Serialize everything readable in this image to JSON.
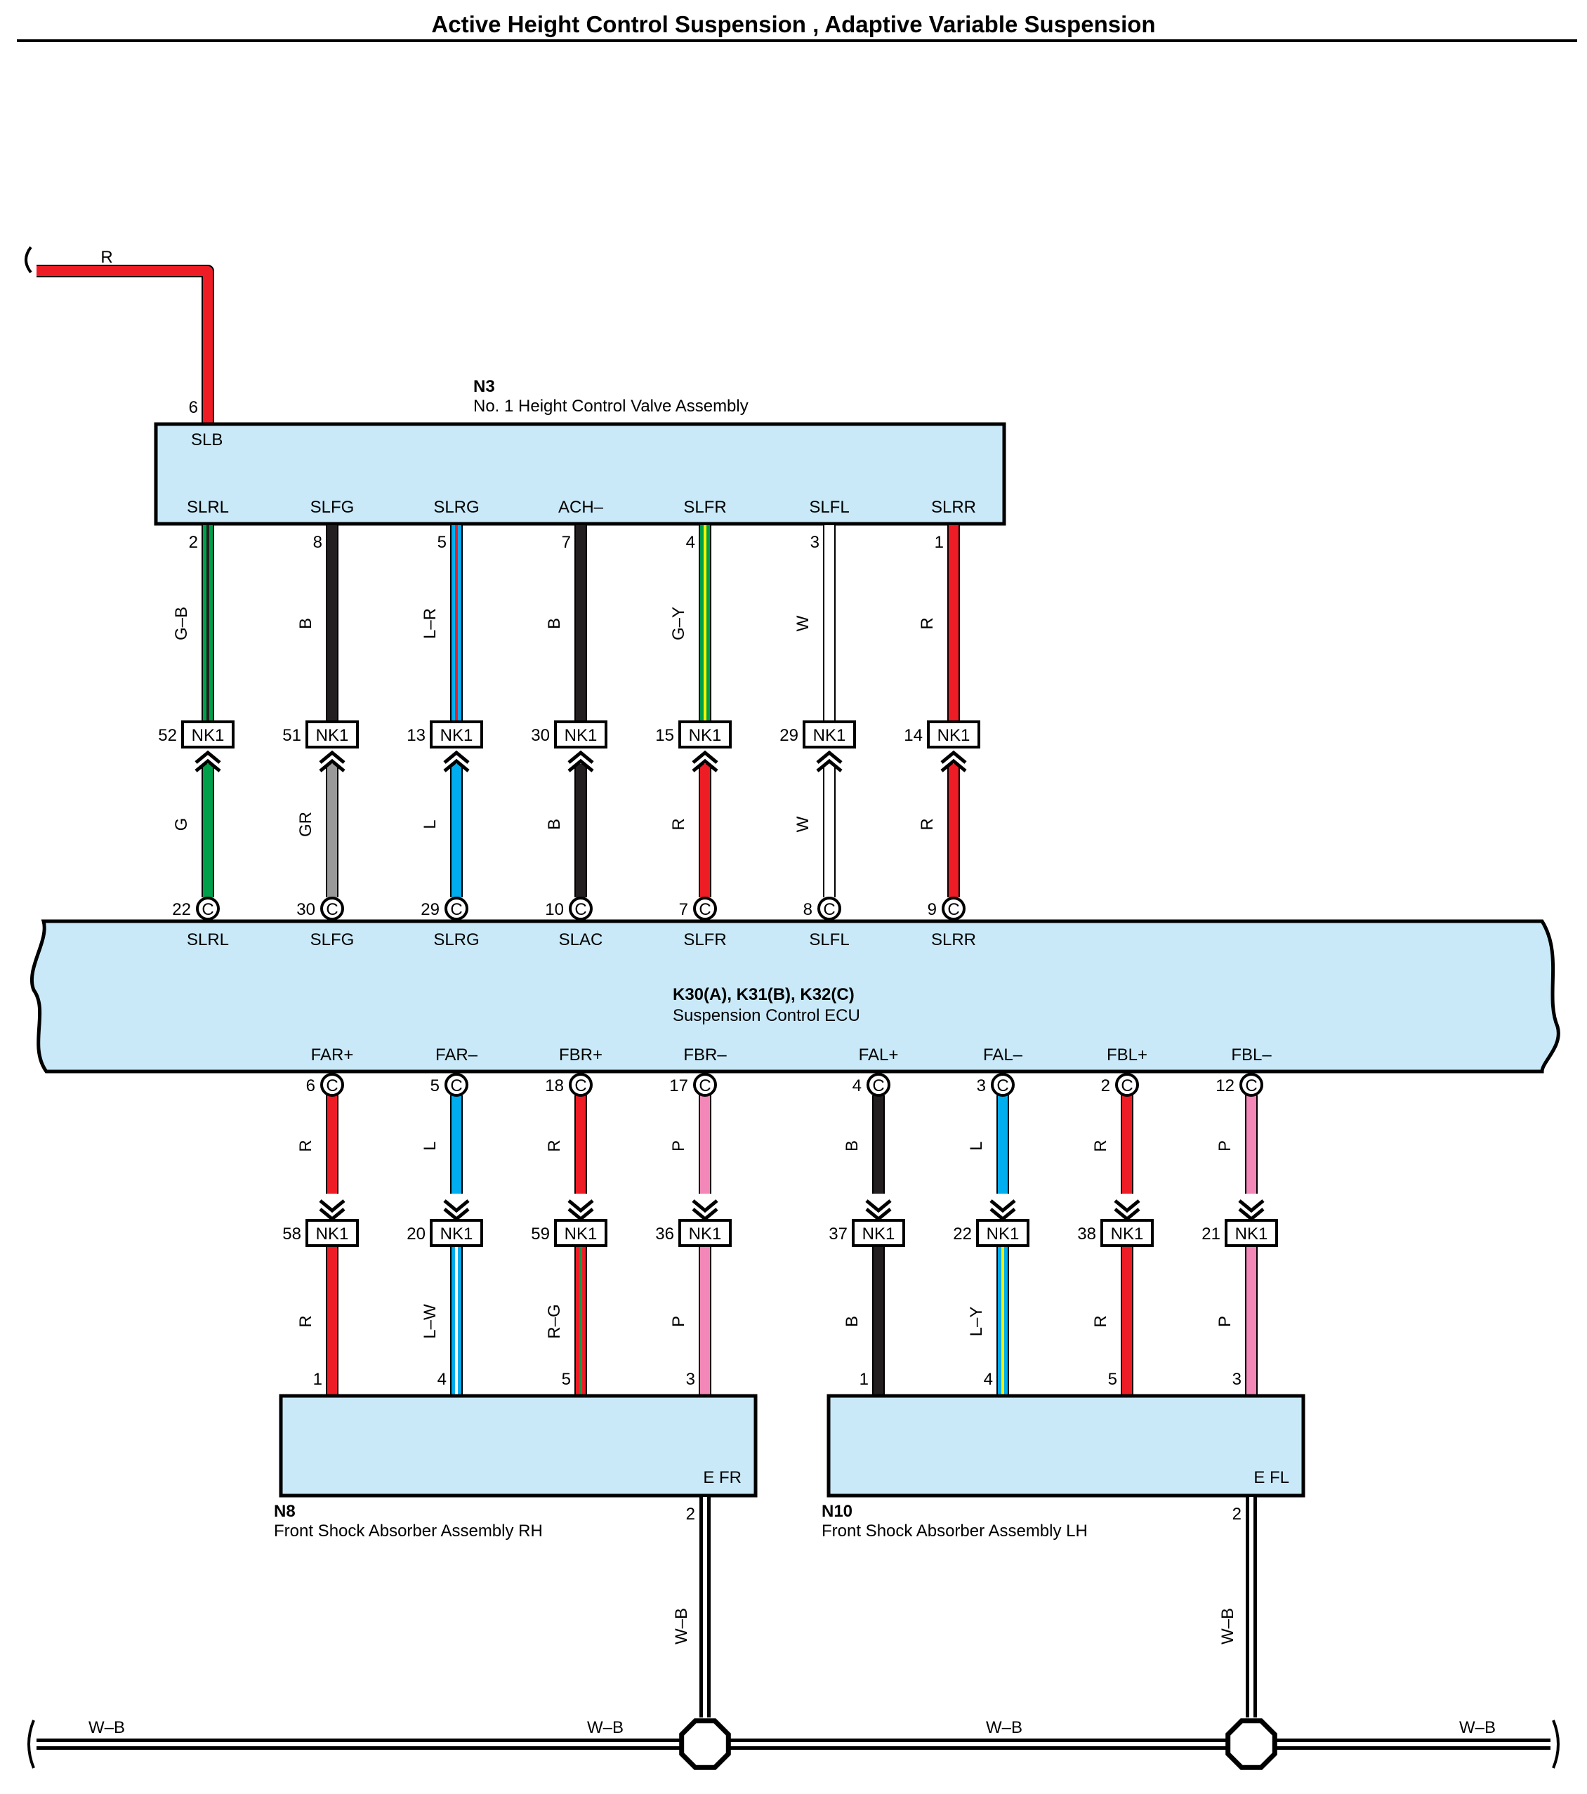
{
  "title": "Active Height Control Suspension , Adaptive Variable Suspension",
  "colors": {
    "R": "#ee1c25",
    "G": "#00a04a",
    "B": "#231f20",
    "GR": "#999999",
    "L": "#00aeef",
    "W": "#ffffff",
    "Y": "#fff200",
    "P": "#f287b8",
    "box": "#c9e9f8"
  },
  "supply": {
    "wire": "R",
    "pin": "6",
    "term": "SLB"
  },
  "n3": {
    "id": "N3",
    "name": "No. 1 Height Control Valve Assembly",
    "circuits": [
      {
        "term": "SLRL",
        "pin": "2",
        "upper": "G-B",
        "upper_label": "G–B",
        "nk": "52",
        "lower": "G",
        "lower_label": "G",
        "ecu_pin": "22",
        "ecu_term": "SLRL"
      },
      {
        "term": "SLFG",
        "pin": "8",
        "upper": "B",
        "upper_label": "B",
        "nk": "51",
        "lower": "GR",
        "lower_label": "GR",
        "ecu_pin": "30",
        "ecu_term": "SLFG"
      },
      {
        "term": "SLRG",
        "pin": "5",
        "upper": "L-R",
        "upper_label": "L–R",
        "nk": "13",
        "lower": "L",
        "lower_label": "L",
        "ecu_pin": "29",
        "ecu_term": "SLRG"
      },
      {
        "term": "ACH–",
        "pin": "7",
        "upper": "B",
        "upper_label": "B",
        "nk": "30",
        "lower": "B",
        "lower_label": "B",
        "ecu_pin": "10",
        "ecu_term": "SLAC"
      },
      {
        "term": "SLFR",
        "pin": "4",
        "upper": "G-Y",
        "upper_label": "G–Y",
        "nk": "15",
        "lower": "R",
        "lower_label": "R",
        "ecu_pin": "7",
        "ecu_term": "SLFR"
      },
      {
        "term": "SLFL",
        "pin": "3",
        "upper": "W",
        "upper_label": "W",
        "nk": "29",
        "lower": "W",
        "lower_label": "W",
        "ecu_pin": "8",
        "ecu_term": "SLFL"
      },
      {
        "term": "SLRR",
        "pin": "1",
        "upper": "R",
        "upper_label": "R",
        "nk": "14",
        "lower": "R",
        "lower_label": "R",
        "ecu_pin": "9",
        "ecu_term": "SLRR"
      }
    ]
  },
  "nk_label": "NK1",
  "c_label": "C",
  "ecu": {
    "id": "K30(A), K31(B), K32(C)",
    "name": "Suspension Control ECU"
  },
  "lower_circuits": [
    {
      "ecu_term": "FAR+",
      "ecu_pin": "6",
      "upper": "R",
      "upper_label": "R",
      "nk": "58",
      "lower": "R",
      "lower_label": "R",
      "pin": "1",
      "term": "FAR+"
    },
    {
      "ecu_term": "FAR–",
      "ecu_pin": "5",
      "upper": "L",
      "upper_label": "L",
      "nk": "20",
      "lower": "L-W",
      "lower_label": "L–W",
      "pin": "4",
      "term": "FAR–"
    },
    {
      "ecu_term": "FBR+",
      "ecu_pin": "18",
      "upper": "R",
      "upper_label": "R",
      "nk": "59",
      "lower": "R-G",
      "lower_label": "R–G",
      "pin": "5",
      "term": "FBR+"
    },
    {
      "ecu_term": "FBR–",
      "ecu_pin": "17",
      "upper": "P",
      "upper_label": "P",
      "nk": "36",
      "lower": "P",
      "lower_label": "P",
      "pin": "3",
      "term": "FBR–"
    },
    {
      "ecu_term": "FAL+",
      "ecu_pin": "4",
      "upper": "B",
      "upper_label": "B",
      "nk": "37",
      "lower": "B",
      "lower_label": "B",
      "pin": "1",
      "term": "FAL+"
    },
    {
      "ecu_term": "FAL–",
      "ecu_pin": "3",
      "upper": "L",
      "upper_label": "L",
      "nk": "22",
      "lower": "L-Y",
      "lower_label": "L–Y",
      "pin": "4",
      "term": "FAL–"
    },
    {
      "ecu_term": "FBL+",
      "ecu_pin": "2",
      "upper": "R",
      "upper_label": "R",
      "nk": "38",
      "lower": "R",
      "lower_label": "R",
      "pin": "5",
      "term": "FBL+"
    },
    {
      "ecu_term": "FBL–",
      "ecu_pin": "12",
      "upper": "P",
      "upper_label": "P",
      "nk": "21",
      "lower": "P",
      "lower_label": "P",
      "pin": "3",
      "term": "FBL–"
    }
  ],
  "n8": {
    "id": "N8",
    "name": "Front Shock Absorber Assembly RH",
    "ground_term": "E FR",
    "ground_pin": "2",
    "ground_wire": "W–B"
  },
  "n10": {
    "id": "N10",
    "name": "Front Shock Absorber Assembly LH",
    "ground_term": "E FL",
    "ground_pin": "2",
    "ground_wire": "W–B"
  },
  "ground_bus": {
    "labels": [
      "W–B",
      "W–B",
      "W–B",
      "W–B"
    ]
  }
}
